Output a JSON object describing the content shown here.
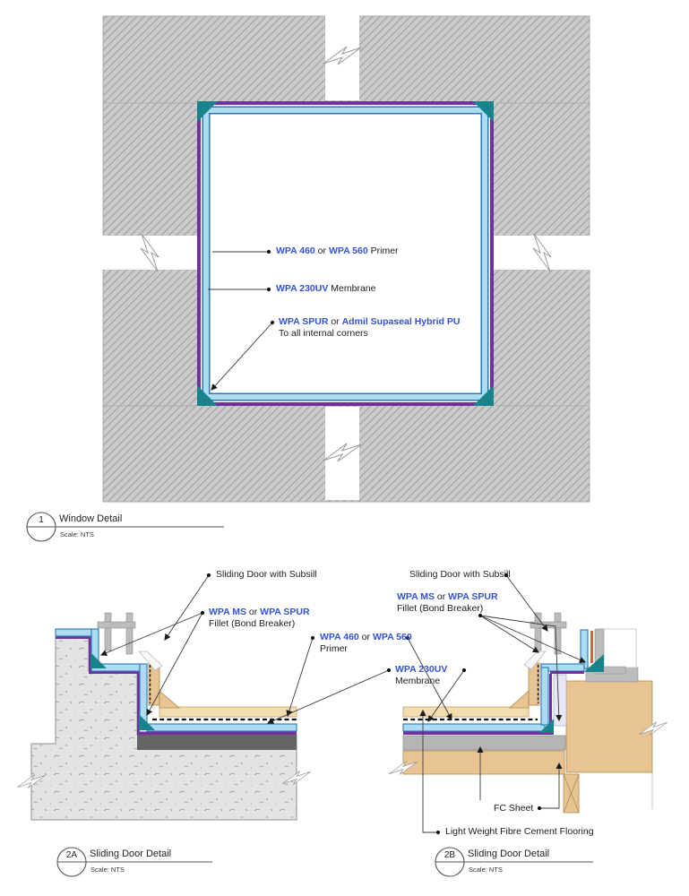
{
  "colors": {
    "membrane_purple": "#7030a0",
    "membrane_cyan": "#abdcf2",
    "membrane_blue_edge": "#2e75b6",
    "fillet_teal": "#19838c",
    "label_blue": "#3452cc",
    "timber_tan": "#e9c493",
    "flooring_tan": "#f3ddb0",
    "frame_gray": "#bcbcbc",
    "screed_gray": "#646464",
    "fc_sheet_gray": "#b5b5b5",
    "sealant_red": "#e4593d",
    "panel_lavender": "#e9e7f4"
  },
  "window_detail": {
    "title": {
      "number": "1",
      "name": "Window Detail",
      "scale": "Scale: NTS"
    },
    "labels": {
      "primer": {
        "parts": [
          {
            "t": "WPA 460",
            "blue": true
          },
          {
            "t": " or ",
            "blue": false
          },
          {
            "t": "WPA 560",
            "blue": true
          },
          {
            "t": " Primer",
            "blue": false
          }
        ]
      },
      "membrane": {
        "parts": [
          {
            "t": "WPA 230UV",
            "blue": true
          },
          {
            "t": " Membrane",
            "blue": false
          }
        ]
      },
      "corner_seal": {
        "parts": [
          {
            "t": "WPA SPUR",
            "blue": true
          },
          {
            "t": " or ",
            "blue": false
          },
          {
            "t": "Admil Supaseal Hybrid PU",
            "blue": true
          }
        ],
        "line2": "To all internal corners"
      }
    }
  },
  "door_details": {
    "shared_labels": {
      "primer": {
        "parts": [
          {
            "t": "WPA 460",
            "blue": true
          },
          {
            "t": " or ",
            "blue": false
          },
          {
            "t": "WPA 560",
            "blue": true
          }
        ],
        "line2": "Primer"
      },
      "membrane": {
        "parts": [
          {
            "t": "WPA 230UV",
            "blue": true
          }
        ],
        "line2": "Membrane"
      }
    },
    "left": {
      "title": {
        "number": "2A",
        "name": "Sliding Door Detail",
        "scale": "Scale: NTS"
      },
      "door_label": "Sliding Door with Subsill",
      "fillet_label": {
        "parts": [
          {
            "t": "WPA MS",
            "blue": true
          },
          {
            "t": " or ",
            "blue": false
          },
          {
            "t": "WPA SPUR",
            "blue": true
          }
        ],
        "line2": "Fillet (Bond Breaker)"
      }
    },
    "right": {
      "title": {
        "number": "2B",
        "name": "Sliding Door Detail",
        "scale": "Scale: NTS"
      },
      "door_label": "Sliding Door with Subsill",
      "fillet_label": {
        "parts": [
          {
            "t": "WPA MS",
            "blue": true
          },
          {
            "t": " or ",
            "blue": false
          },
          {
            "t": "WPA SPUR",
            "blue": true
          }
        ],
        "line2": "Fillet (Bond Breaker)"
      },
      "fc_sheet_label": "FC Sheet",
      "flooring_label": "Light Weight Fibre Cement Flooring"
    }
  }
}
